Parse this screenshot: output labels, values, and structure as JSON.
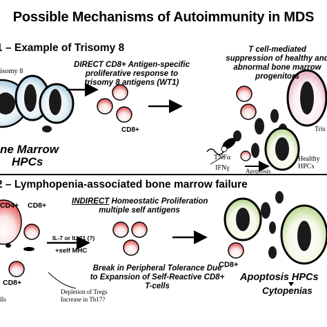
{
  "title": "Possible Mechanisms of Autoimmunity in MDS",
  "section1": {
    "heading": "1 – Example of Trisomy 8",
    "trisomy_label": "isomy 8",
    "cd8_mid": "CD8+",
    "direct_text": [
      "DIRECT CD8+ Antigen-specific",
      "proliferative response to",
      "trisomy 8 antigens (WT1)"
    ],
    "tcell_text": [
      "T cell-mediated",
      "suppression of healthy and",
      "abnormal bone marrow",
      "progenitors"
    ],
    "tris_right": "Tris",
    "bm_label": [
      "ne Marrow",
      "HPCs"
    ],
    "tnf": "TNFα",
    "ifn": "IFNγ",
    "apoptosis": "Apoptosis",
    "healthy": [
      "Healthy",
      "HPCs"
    ]
  },
  "section2": {
    "heading": "2 – Lymphopenia-associated bone marrow failure",
    "cd4": "CD4+",
    "cd8_top": "CD8+",
    "cd8_bottom": "CD8+",
    "il_text": "IL-7 or  IL-21 (?)",
    "self_mhc": "+self MHC",
    "indirect": "INDIRECT",
    "indirect_rest": " Homeostatic Proliferation",
    "indirect_line2": "multiple self antigens",
    "break_text": [
      "Break in Peripheral Tolerance Due",
      "to Expansion of Self-Reactive CD8+",
      "T-cells"
    ],
    "cd8_right": "CD8+",
    "apoptosis_hpcs": "Apoptosis HPCs",
    "cytopenias": "Cytopenias",
    "depletion": [
      "Depletion of Tregs",
      "Increase in Th17?"
    ],
    "cells_left": "lls"
  }
}
